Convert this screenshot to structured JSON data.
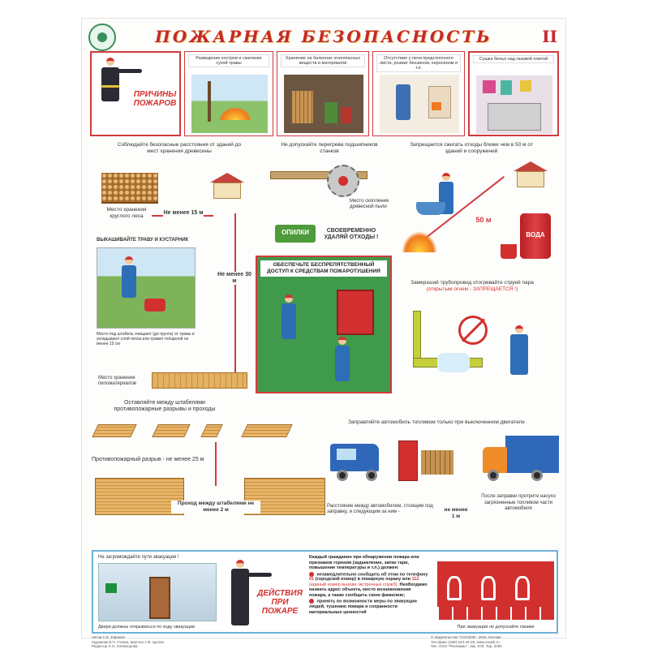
{
  "header": {
    "title": "ПОЖАРНАЯ БЕЗОПАСНОСТЬ",
    "number": "II"
  },
  "causes": {
    "label_line1": "ПРИЧИНЫ",
    "label_line2": "ПОЖАРОВ",
    "panels": [
      "Разведение костров и сжигание сухой травы",
      "Хранение на балконах огнеопасных веществ и материалов",
      "Отсутствие у печи предтопочного листа, розжиг бензином, керосином и т.п.",
      "Сушка белья над газовой плитой"
    ]
  },
  "left_column": {
    "distance_caption": "Соблюдайте безопасные расстояния от зданий до мест хранения древесины",
    "round_timber_label": "Место хранения круглого леса",
    "dist_15": "Не менее 15 м",
    "dist_30": "Не менее 30 м",
    "mow_caption": "ВЫКАШИВАЙТЕ ТРАВУ И КУСТАРНИК",
    "mow_note": "Место под штабель очищают (до грунта) от травы и укладывают слой песка или гравия толщиной не менее 15 см",
    "lumber_label": "Место хранения пиломатериалов",
    "gaps_caption": "Оставляйте между штабелями противопожарные разрывы и проходы",
    "break_label": "Противопожарный разрыв - не менее 25 м",
    "passage_label": "Проход между штабелями не менее 2 м"
  },
  "center_column": {
    "bearing_caption": "Не допускайте перегрева подшипников станков",
    "dust_label": "Место скопления древесной пыли",
    "cart_label": "ОПИЛКИ",
    "remove_waste": "СВОЕВРЕМЕННО УДАЛЯЙ ОТХОДЫ !",
    "access_title": "ОБЕСПЕЧЬТЕ БЕСПРЕПЯТСТВЕННЫЙ ДОСТУП К СРЕДСТВАМ ПОЖАРОТУШЕНИЯ"
  },
  "right_column": {
    "burn_caption": "Запрещается сжигать отходы ближе чем в 50 м от зданий и сооружений",
    "dist_50": "50 м",
    "water_label": "ВОДА",
    "pipe_caption": "Замерзший трубопровод отогревайте струей пара",
    "pipe_warning": "(открытым огнем - ЗАПРЕЩАЕТСЯ !)",
    "fuel_caption": "Заправляйте автомобиль топливом только при выключенном двигателе",
    "distance_cars": "Расстояние между автомобилем, стоящим под заправку, и следующим за ним -",
    "dist_1": "не менее 1 м",
    "wipe_note": "После заправки протрите насухо загрязненные топливом части автомобиля"
  },
  "bottom": {
    "no_block": "Не загромождайте пути эвакуации !",
    "doors_note": "Двери должны открываться по ходу эвакуации",
    "actions_line1": "ДЕЙСТВИЯ",
    "actions_line2": "ПРИ ПОЖАРЕ",
    "intro": "Каждый гражданин при обнаружении пожара или признаков горения (задымление, запах гари, повышение температуры и т.п.) должен:",
    "b1_text": "незамедлительно сообщить об этом по телефону",
    "b1_num": "01",
    "b1_mid": "(городской номер) в пожарную охрану или",
    "b1_num2": "112",
    "b1_tail": "(единый номер вызова экстренных служб).",
    "b1_extra": "Необходимо назвать адрес объекта, место возникновения пожара, а также сообщить свою фамилию;",
    "b2": "принять по возможности меры по эвакуации людей, тушению пожара и сохранности материальных ценностей",
    "panic_note": "При эвакуации не допускайте паники"
  },
  "footer": {
    "left1": "Автор С.Е. Ефимов",
    "left2": "Художник В.П. Госкин, верстка А.В. Цыпов",
    "left3": "Редактор Х.О. Клемпорова",
    "right1": "© Издательство \"СОУЗОБ\", 2015. Москва",
    "right2": "Тел./факс:(495) 644-43-25; www.soueb.ru",
    "right3": "Тип. ООО \"Рекламио\". Зак. 879. Тир. 2000"
  },
  "colors": {
    "accent_red": "#d13a3f",
    "title_red": "#c5282c",
    "panel_blue": "#6fb1d8",
    "green": "#3f9a4c"
  }
}
